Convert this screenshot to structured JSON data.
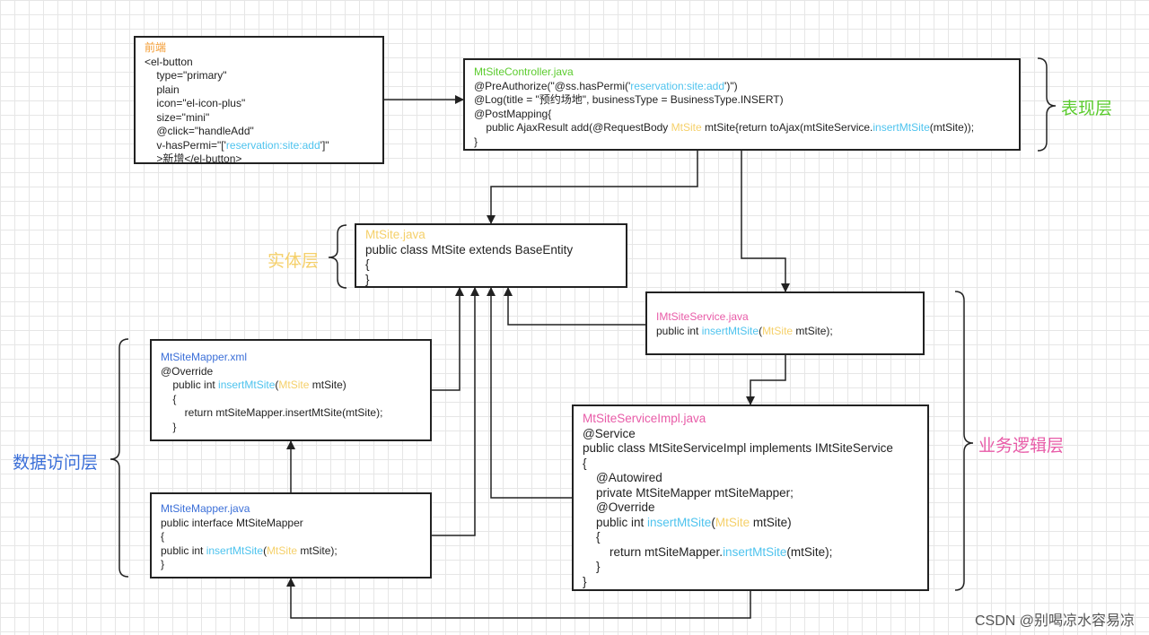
{
  "frontend": {
    "title": "前端",
    "lines": [
      "<el-button",
      "    type=\"primary\"",
      "    plain",
      "    icon=\"el-icon-plus\"",
      "    size=\"mini\"",
      "    @click=\"handleAdd\""
    ],
    "perm_pre": "    v-hasPermi=\"['",
    "perm_val": "reservation:site:add",
    "perm_post": "']\"",
    "last": "    >新增</el-button>"
  },
  "controller": {
    "title": "MtSiteController.java",
    "pre_a": "@PreAuthorize(\"@ss.hasPermi('",
    "pre_b": "reservation:site:add",
    "pre_c": "')\")",
    "log": "@Log(title = \"预约场地\", businessType = BusinessType.INSERT)",
    "post": "@PostMapping{",
    "add_a": "    public AjaxResult add(@RequestBody ",
    "add_b": "MtSite",
    "add_c": " mtSite{return toAjax(mtSiteService.",
    "add_d": "insertMtSite",
    "add_e": "(mtSite));",
    "close": "}"
  },
  "entity": {
    "title": "MtSite.java",
    "lines": [
      "public class MtSite extends BaseEntity",
      "{",
      "}"
    ]
  },
  "iservice": {
    "title": "IMtSiteService.java",
    "a": "public int ",
    "b": "insertMtSite",
    "c": "(",
    "d": "MtSite",
    "e": " mtSite);"
  },
  "mapper_xml": {
    "title": "MtSiteMapper.xml",
    "l1": "@Override",
    "l2a": "    public int ",
    "l2b": "insertMtSite",
    "l2c": "(",
    "l2d": "MtSite",
    "l2e": " mtSite)",
    "l3": "    {",
    "l4": "        return mtSiteMapper.insertMtSite(mtSite);",
    "l5": "    }"
  },
  "mapper_java": {
    "title": "MtSiteMapper.java",
    "l1": "public interface MtSiteMapper",
    "l2": "{",
    "l3a": "public int ",
    "l3b": "insertMtSite",
    "l3c": "(",
    "l3d": "MtSite",
    "l3e": " mtSite);",
    "l4": "}"
  },
  "impl": {
    "title": "MtSiteServiceImpl.java",
    "l1": "@Service",
    "l2": "public class MtSiteServiceImpl implements IMtSiteService",
    "l3": "{",
    "l4": "    @Autowired",
    "l5": "    private MtSiteMapper mtSiteMapper;",
    "l6": "    @Override",
    "l7a": "    public int ",
    "l7b": "insertMtSite",
    "l7c": "(",
    "l7d": "MtSite",
    "l7e": " mtSite)",
    "l8": "    {",
    "l9a": "        return mtSiteMapper.",
    "l9b": "insertMtSite",
    "l9c": "(mtSite);",
    "l10": "    }",
    "l11": "}"
  },
  "layers": {
    "presentation": "表现层",
    "entity": "实体层",
    "data_access": "数据访问层",
    "business": "业务逻辑层"
  },
  "watermark": "CSDN @别喝凉水容易凉",
  "colors": {
    "orange": "#f39c33",
    "green": "#5ccc2f",
    "yellow": "#f5d06a",
    "pink": "#e85ca8",
    "blue": "#3b6fd8",
    "cyan": "#4ec3ee"
  }
}
